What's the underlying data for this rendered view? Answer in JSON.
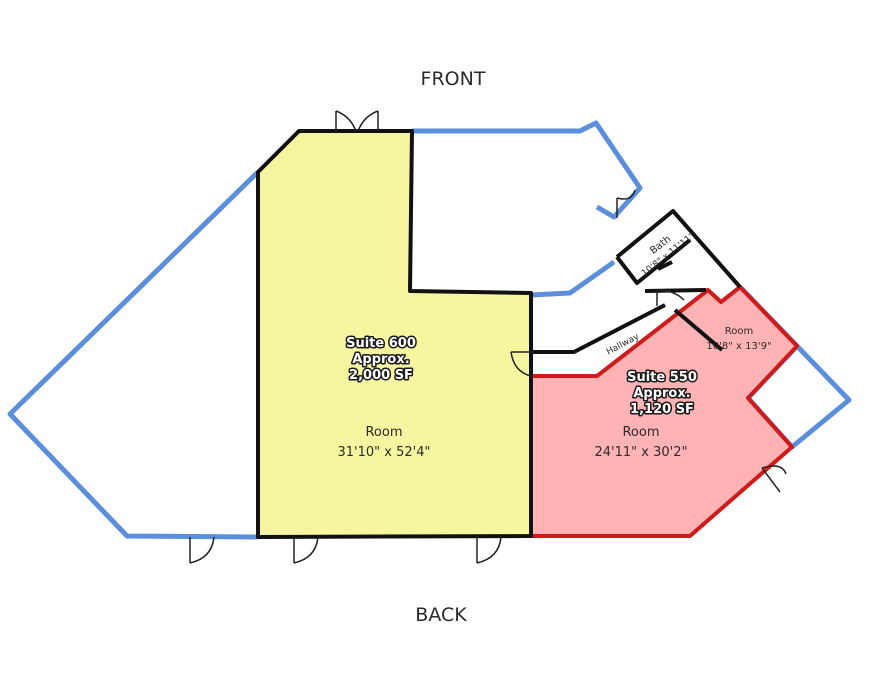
{
  "labels": {
    "front": "FRONT",
    "back": "BACK"
  },
  "suite600": {
    "title": "Suite 600",
    "approx": "Approx.",
    "area": "2,000 SF",
    "room_label": "Room",
    "room_dims": "31'10\" x 52'4\"",
    "fill_color": "#f6f6a0",
    "outline_color": "#111111"
  },
  "suite550": {
    "title": "Suite 550",
    "approx": "Approx.",
    "area": "1,120 SF",
    "room_label": "Room",
    "room_dims": "24'11\" x 30'2\"",
    "fill_color": "#ffb3b5",
    "outline_color": "#d11a1a"
  },
  "small_room": {
    "label": "Room",
    "dims": "10'8\" x 13'9\""
  },
  "bath": {
    "label": "Bath",
    "dims": "10'8\" x 11'11\""
  },
  "hallway": {
    "label": "Hallway"
  },
  "colors": {
    "exterior_wall": "#5b8fdc",
    "interior_wall": "#111111"
  }
}
